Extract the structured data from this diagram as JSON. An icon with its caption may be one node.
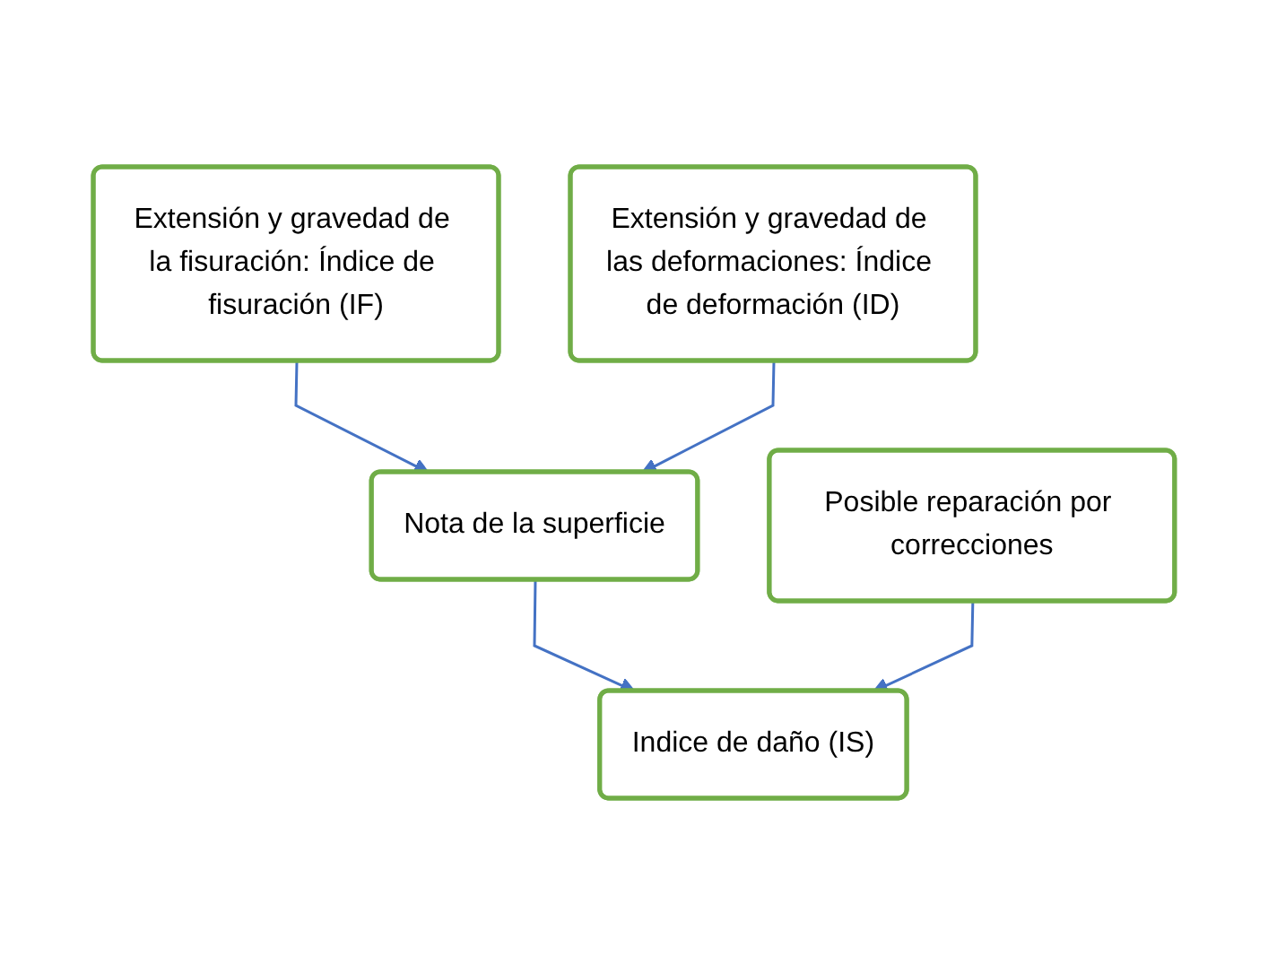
{
  "diagram": {
    "nodes": [
      {
        "text": [
          "Extensión y gravedad de la fisuración: Índice de fisuración (IF)"
        ]
      },
      {
        "text": [
          "Extensión y gravedad de las deformaciones: Índice de deformación (ID)"
        ]
      },
      {
        "text": [
          "Nota de la superficie"
        ]
      },
      {
        "text": [
          "Posible reparación por correcciones"
        ]
      },
      {
        "text": [
          "Indice de daño (IS)"
        ]
      }
    ],
    "edges": [
      {
        "from": 0,
        "to": 2,
        "arrow": "to"
      },
      {
        "from": 1,
        "to": 2,
        "arrow": "to"
      },
      {
        "from": 2,
        "to": 4,
        "arrow": "to"
      },
      {
        "from": 3,
        "to": 4,
        "arrow": "to"
      }
    ]
  }
}
